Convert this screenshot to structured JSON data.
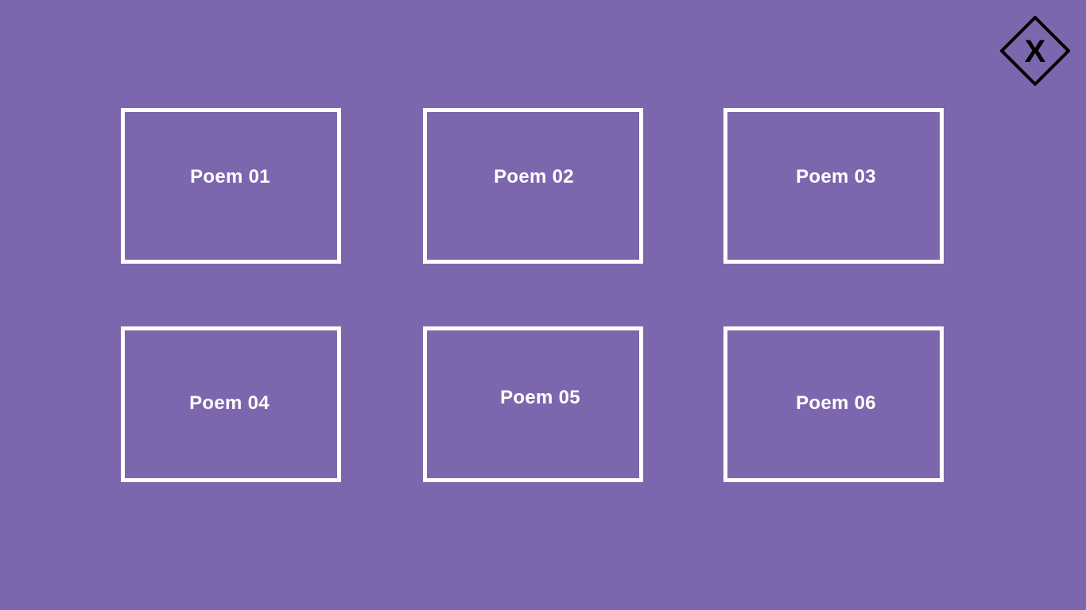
{
  "background_color": "#7c67ae",
  "close_button": {
    "icon": "close-icon",
    "glyph": "X"
  },
  "poems": [
    {
      "label": "Poem 01"
    },
    {
      "label": "Poem 02"
    },
    {
      "label": "Poem 03"
    },
    {
      "label": "Poem 04"
    },
    {
      "label": "Poem 05"
    },
    {
      "label": "Poem 06"
    }
  ]
}
